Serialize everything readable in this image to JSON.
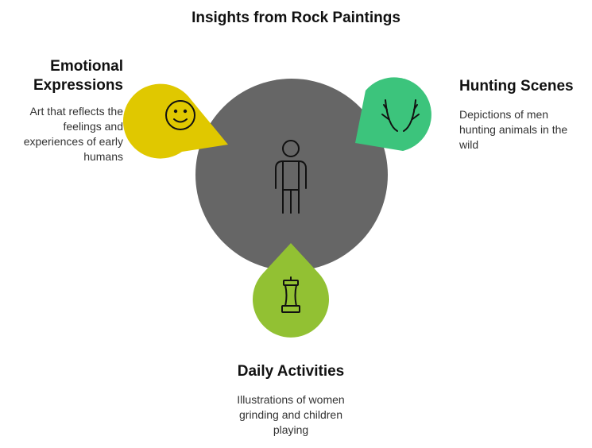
{
  "title": "Insights from Rock Paintings",
  "center": {
    "icon": "person-icon",
    "color": "#666666"
  },
  "items": [
    {
      "id": "emotional",
      "title": "Emotional Expressions",
      "description": "Art that reflects the feelings and experiences of early humans",
      "icon": "smiley-face-icon",
      "color": "#E0C800"
    },
    {
      "id": "hunting",
      "title": "Hunting Scenes",
      "description": "Depictions of men hunting animals in the wild",
      "icon": "antlers-icon",
      "color": "#3CC47C"
    },
    {
      "id": "daily",
      "title": "Daily Activities",
      "description": "Illustrations of women grinding and children playing",
      "icon": "grinder-icon",
      "color": "#92C133"
    }
  ]
}
